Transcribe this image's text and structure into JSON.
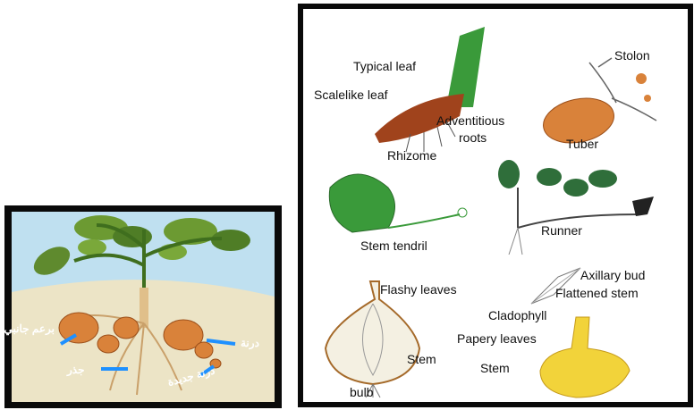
{
  "left_panel": {
    "labels": {
      "lateral_bud": "برعم جانبي",
      "root": "جذر",
      "tuber": "درنة",
      "new_tuber": "درنة جديدة"
    }
  },
  "right_panel": {
    "labels": {
      "typical_leaf": "Typical leaf",
      "scalelike_leaf": "Scalelike leaf",
      "adventitious": "Adventitious",
      "roots": "roots",
      "rhizome": "Rhizome",
      "stolon": "Stolon",
      "tuber": "Tuber",
      "stem_tendril": "Stem tendril",
      "runner": "Runner",
      "axillary_bud": "Axillary bud",
      "flattened_stem": "Flattened stem",
      "cladophyll": "Cladophyll",
      "flashy_leaves": "Flashy leaves",
      "papery_leaves": "Papery leaves",
      "stem_bulb": "Stem",
      "bulb": "bulb",
      "stem_corm": "Stem"
    }
  },
  "colors": {
    "leaf_green": "#3a9a3a",
    "tuber_orange": "#d9823a",
    "soil": "#e9e2c8",
    "sky": "#bfe0f0",
    "arrow_blue": "#1e90ff",
    "corm_yellow": "#f2d33a"
  }
}
